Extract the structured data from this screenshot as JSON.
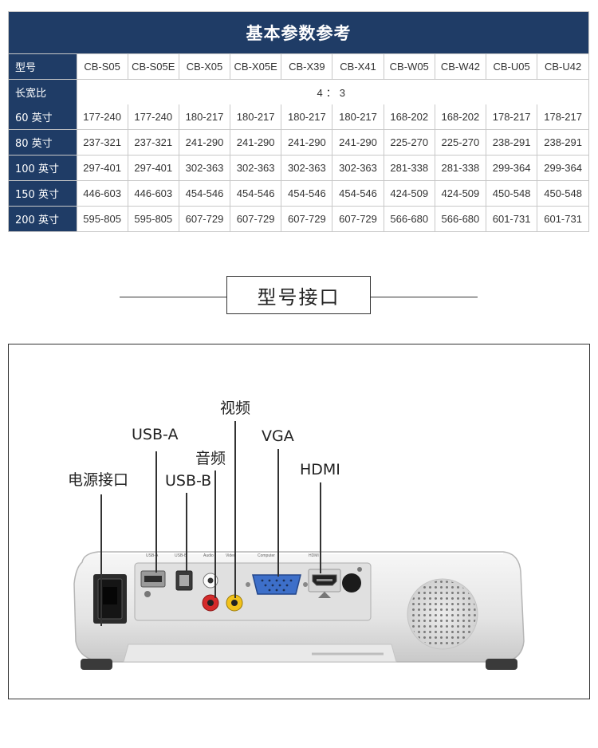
{
  "spec_table": {
    "title": "基本参数参考",
    "model_header": "型号",
    "models": [
      "CB-S05",
      "CB-S05E",
      "CB-X05",
      "CB-X05E",
      "CB-X39",
      "CB-X41",
      "CB-W05",
      "CB-W42",
      "CB-U05",
      "CB-U42"
    ],
    "aspect_label": "长宽比",
    "aspect_value": "4：3",
    "rows": [
      {
        "label": "60 英寸",
        "values": [
          "177-240",
          "177-240",
          "180-217",
          "180-217",
          "180-217",
          "180-217",
          "168-202",
          "168-202",
          "178-217",
          "178-217"
        ]
      },
      {
        "label": "80 英寸",
        "values": [
          "237-321",
          "237-321",
          "241-290",
          "241-290",
          "241-290",
          "241-290",
          "225-270",
          "225-270",
          "238-291",
          "238-291"
        ]
      },
      {
        "label": "100 英寸",
        "values": [
          "297-401",
          "297-401",
          "302-363",
          "302-363",
          "302-363",
          "302-363",
          "281-338",
          "281-338",
          "299-364",
          "299-364"
        ]
      },
      {
        "label": "150 英寸",
        "values": [
          "446-603",
          "446-603",
          "454-546",
          "454-546",
          "454-546",
          "454-546",
          "424-509",
          "424-509",
          "450-548",
          "450-548"
        ]
      },
      {
        "label": "200 英寸",
        "values": [
          "595-805",
          "595-805",
          "607-729",
          "607-729",
          "607-729",
          "607-729",
          "566-680",
          "566-680",
          "601-731",
          "601-731"
        ]
      }
    ]
  },
  "section": {
    "title": "型号接口"
  },
  "ports": {
    "power": "电源接口",
    "usb_a": "USB-A",
    "usb_b": "USB-B",
    "audio": "音频",
    "video": "视频",
    "vga": "VGA",
    "hdmi": "HDMI"
  },
  "colors": {
    "header_bg": "#1f3c66",
    "audio_red": "#d42a2a",
    "video_yellow": "#f2c21b",
    "vga_blue": "#3d6fc9"
  }
}
